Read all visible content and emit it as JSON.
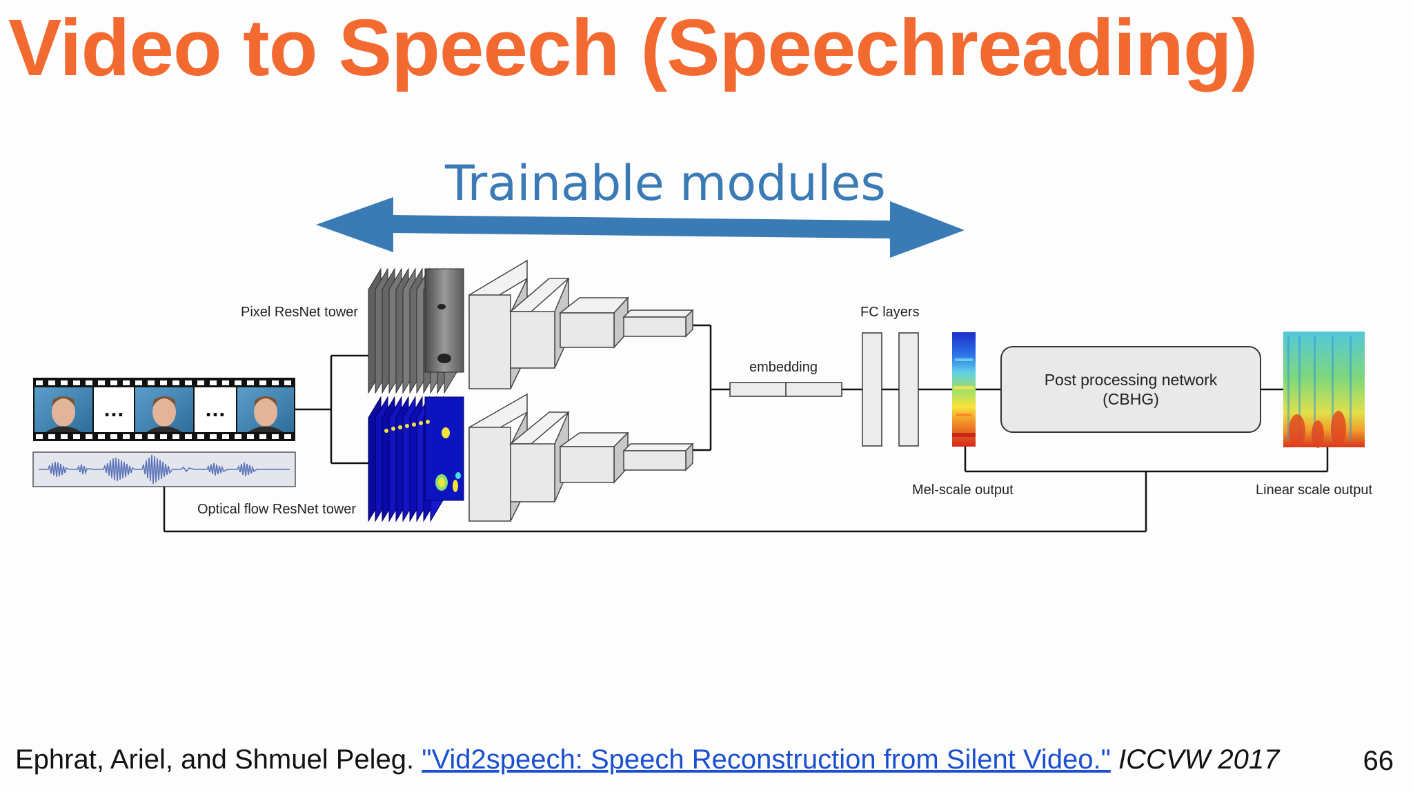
{
  "slide": {
    "title": "Video to Speech (Speechreading)",
    "page_number": "66"
  },
  "diagram": {
    "banner": "Trainable modules",
    "labels": {
      "pixel_tower": "Pixel ResNet tower",
      "flow_tower": "Optical flow ResNet tower",
      "embedding": "embedding",
      "fc_layers": "FC layers",
      "post_network_line1": "Post processing network",
      "post_network_line2": "(CBHG)",
      "mel_output": "Mel-scale output",
      "linear_output": "Linear scale output",
      "ellipsis": "..."
    },
    "colors": {
      "title": "#f36a31",
      "banner": "#3a7ab5",
      "arrow": "#3a7ab5"
    }
  },
  "citation": {
    "authors": "Ephrat, Ariel, and Shmuel Peleg. ",
    "paper_link": "\"Vid2speech: Speech Reconstruction from Silent Video.\"",
    "venue": " ICCVW 2017"
  }
}
